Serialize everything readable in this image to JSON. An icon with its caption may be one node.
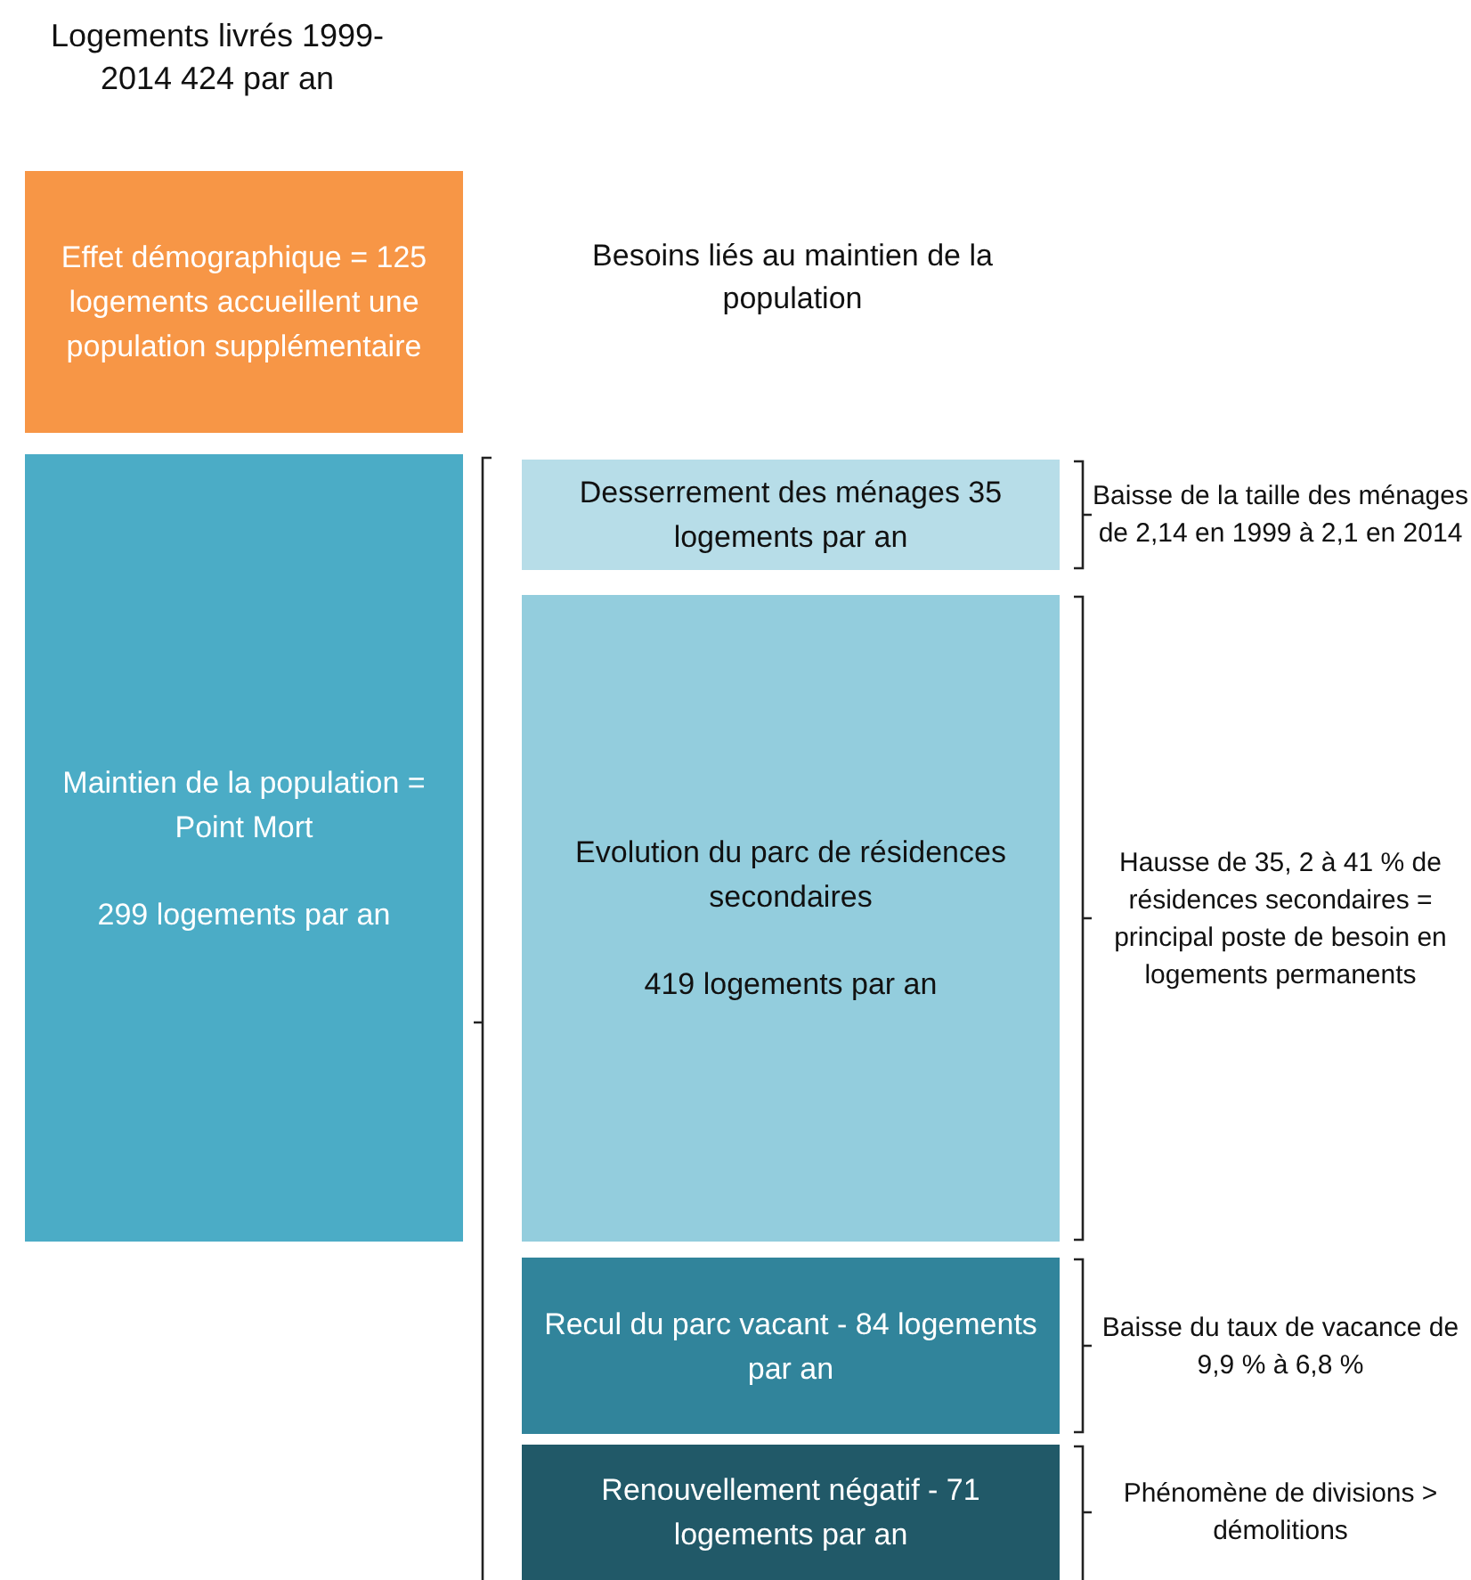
{
  "diagram": {
    "title": "Logements livrés 1999-2014 424 par an",
    "nodes": [
      {
        "text": [
          "Effet démographique = 125 logements accueillent une population supplémentaire"
        ]
      },
      {
        "text": [
          "Maintien de la population = Point Mort",
          "299 logements par an"
        ]
      },
      {
        "text": [
          "Desserrement des ménages 35 logements par an"
        ],
        "beside": [
          "Baisse de la taille des ménages de 2,14 en 1999 à 2,1 en 2014"
        ]
      },
      {
        "text": [
          "Evolution du parc de résidences secondaires",
          "419 logements par an"
        ],
        "beside": [
          "Hausse de 35, 2 à 41 % de résidences secondaires = principal poste de besoin en logements permanents"
        ]
      },
      {
        "text": [
          "Recul du parc vacant - 84 logements par an"
        ],
        "beside": [
          "Baisse du taux de vacance de 9,9 % à 6,8 %"
        ]
      },
      {
        "text": [
          "Renouvellement négatif - 71 logements par an"
        ],
        "beside": [
          "Phénomène de divisions > démolitions"
        ]
      }
    ],
    "labels": [
      "Besoins liés au maintien de la population"
    ]
  }
}
